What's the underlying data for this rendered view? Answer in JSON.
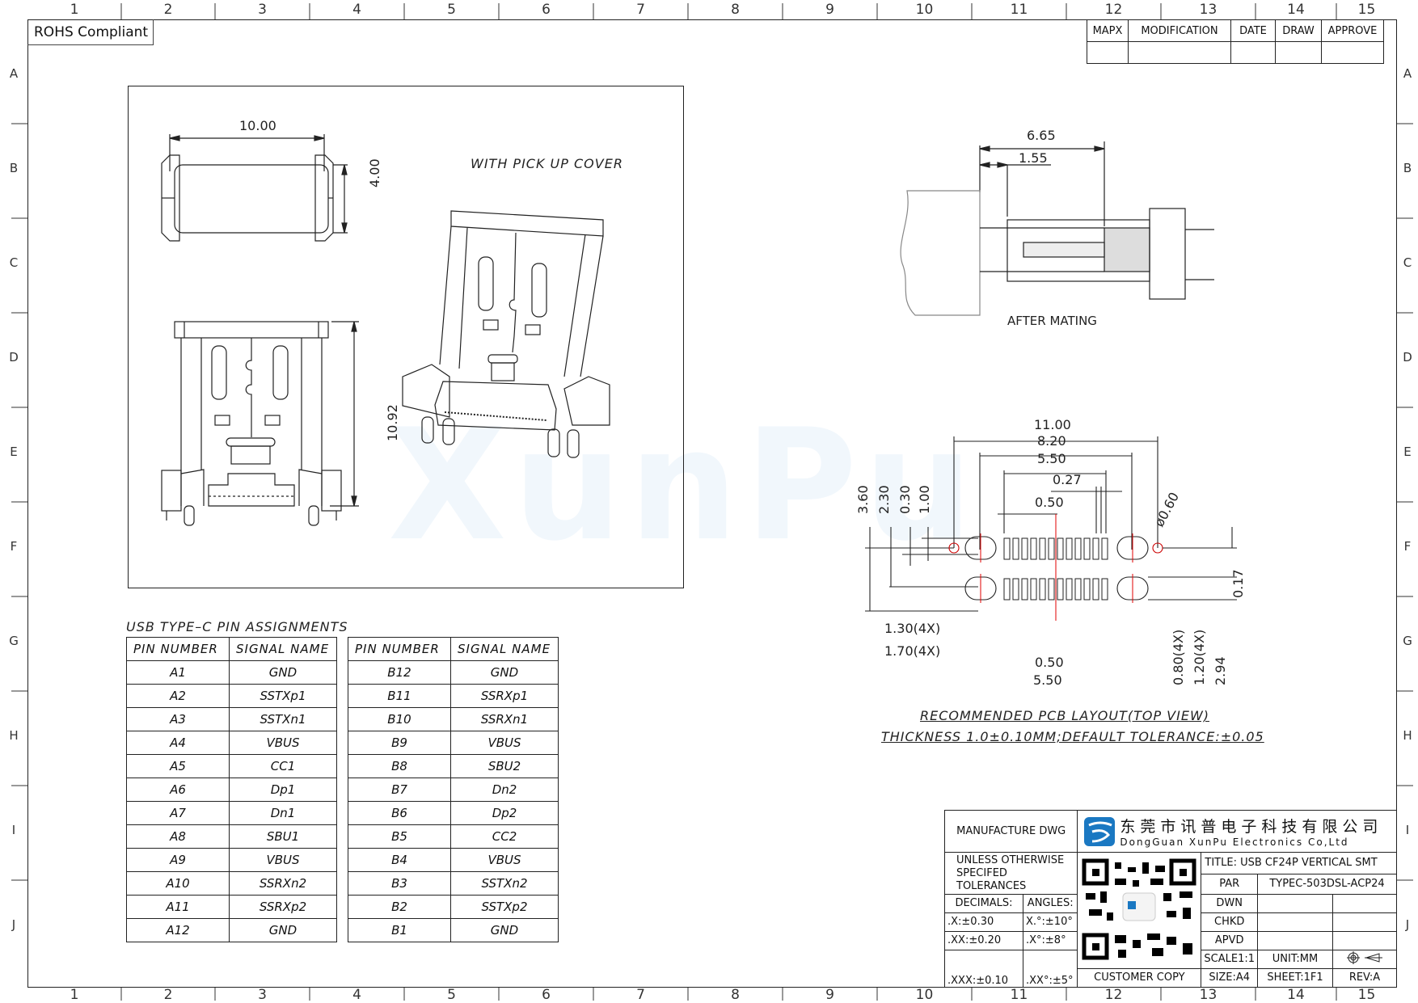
{
  "sheet": {
    "zones_horizontal": [
      "1",
      "2",
      "3",
      "4",
      "5",
      "6",
      "7",
      "8",
      "9",
      "10",
      "11",
      "12",
      "13",
      "14",
      "15"
    ],
    "zones_vertical": [
      "A",
      "B",
      "C",
      "D",
      "E",
      "F",
      "G",
      "H",
      "I",
      "J"
    ],
    "rohs_label": "ROHS Compliant",
    "watermark": "XunPu"
  },
  "revision_table": {
    "headers": [
      "MAPX",
      "MODIFICATION",
      "DATE",
      "DRAW",
      "APPROVE"
    ],
    "rows": [
      [
        "",
        "",
        "",
        "",
        ""
      ]
    ]
  },
  "views": {
    "top_view": {
      "width_dim": "10.00",
      "height_dim": "4.00"
    },
    "front_view": {
      "height_dim": "10.92"
    },
    "iso_view": {
      "label": "WITH PICK UP COVER"
    },
    "mating_view": {
      "dim_overall": "6.65",
      "dim_offset": "1.55",
      "label": "AFTER MATING"
    }
  },
  "pcb_layout": {
    "dims_horizontal_top": [
      "11.00",
      "8.20",
      "5.50",
      "0.27",
      "0.50"
    ],
    "dims_vertical_left": [
      "3.60",
      "2.30",
      "0.30",
      "1.00"
    ],
    "dim_hole_dia": "ø0.60",
    "dim_right": "0.17",
    "dims_bottom_left": [
      "1.30(4X)",
      "1.70(4X)"
    ],
    "dims_bottom": [
      "0.50",
      "5.50"
    ],
    "dims_bottom_vertical": [
      "0.80(4X)",
      "1.20(4X)",
      "2.94"
    ],
    "title": "RECOMMENDED  PCB  LAYOUT(TOP  VIEW)",
    "subtitle": "THICKNESS  1.0±0.10MM;DEFAULT  TOLERANCE:±0.05",
    "pad_count_per_row": 12,
    "accent_color": "#e00000"
  },
  "pin_assignments": {
    "title": "USB  TYPE–C  PIN  ASSIGNMENTS",
    "headers": [
      "PIN  NUMBER",
      "SIGNAL  NAME"
    ],
    "row_a": [
      {
        "pin": "A1",
        "signal": "GND"
      },
      {
        "pin": "A2",
        "signal": "SSTXp1"
      },
      {
        "pin": "A3",
        "signal": "SSTXn1"
      },
      {
        "pin": "A4",
        "signal": "VBUS"
      },
      {
        "pin": "A5",
        "signal": "CC1"
      },
      {
        "pin": "A6",
        "signal": "Dp1"
      },
      {
        "pin": "A7",
        "signal": "Dn1"
      },
      {
        "pin": "A8",
        "signal": "SBU1"
      },
      {
        "pin": "A9",
        "signal": "VBUS"
      },
      {
        "pin": "A10",
        "signal": "SSRXn2"
      },
      {
        "pin": "A11",
        "signal": "SSRXp2"
      },
      {
        "pin": "A12",
        "signal": "GND"
      }
    ],
    "row_b": [
      {
        "pin": "B12",
        "signal": "GND"
      },
      {
        "pin": "B11",
        "signal": "SSRXp1"
      },
      {
        "pin": "B10",
        "signal": "SSRXn1"
      },
      {
        "pin": "B9",
        "signal": "VBUS"
      },
      {
        "pin": "B8",
        "signal": "SBU2"
      },
      {
        "pin": "B7",
        "signal": "Dn2"
      },
      {
        "pin": "B6",
        "signal": "Dp2"
      },
      {
        "pin": "B5",
        "signal": "CC2"
      },
      {
        "pin": "B4",
        "signal": "VBUS"
      },
      {
        "pin": "B3",
        "signal": "SSTXn2"
      },
      {
        "pin": "B2",
        "signal": "SSTXp2"
      },
      {
        "pin": "B1",
        "signal": "GND"
      }
    ]
  },
  "title_block": {
    "manufacture_dwg": "MANUFACTURE DWG",
    "company_cn": "东莞市讯普电子科技有限公司",
    "company_en": "DongGuan XunPu Electronics Co,Ltd",
    "tolerance_note": "UNLESS OTHERWISE SPECIFED TOLERANCES",
    "decimals_label": "DECIMALS:",
    "angles_label": "ANGLES:",
    "decimals": [
      ".X:±0.30",
      ".XX:±0.20",
      ".XXX:±0.10"
    ],
    "angles": [
      "X.°:±10°",
      ".X°:±8°",
      ".XX°:±5°"
    ],
    "customer_copy": "CUSTOMER COPY",
    "title": "TITLE: USB CF24P VERTICAL SMT",
    "par_label": "PAR",
    "par_value": "TYPEC-503DSL-ACP24",
    "dwn_label": "DWN",
    "chkd_label": "CHKD",
    "apvd_label": "APVD",
    "scale": "SCALE1:1",
    "unit": "UNIT:MM",
    "size": "SIZE:A4",
    "sheet": "SHEET:1F1",
    "rev": "REV:A",
    "logo_color": "#1a78c2"
  }
}
